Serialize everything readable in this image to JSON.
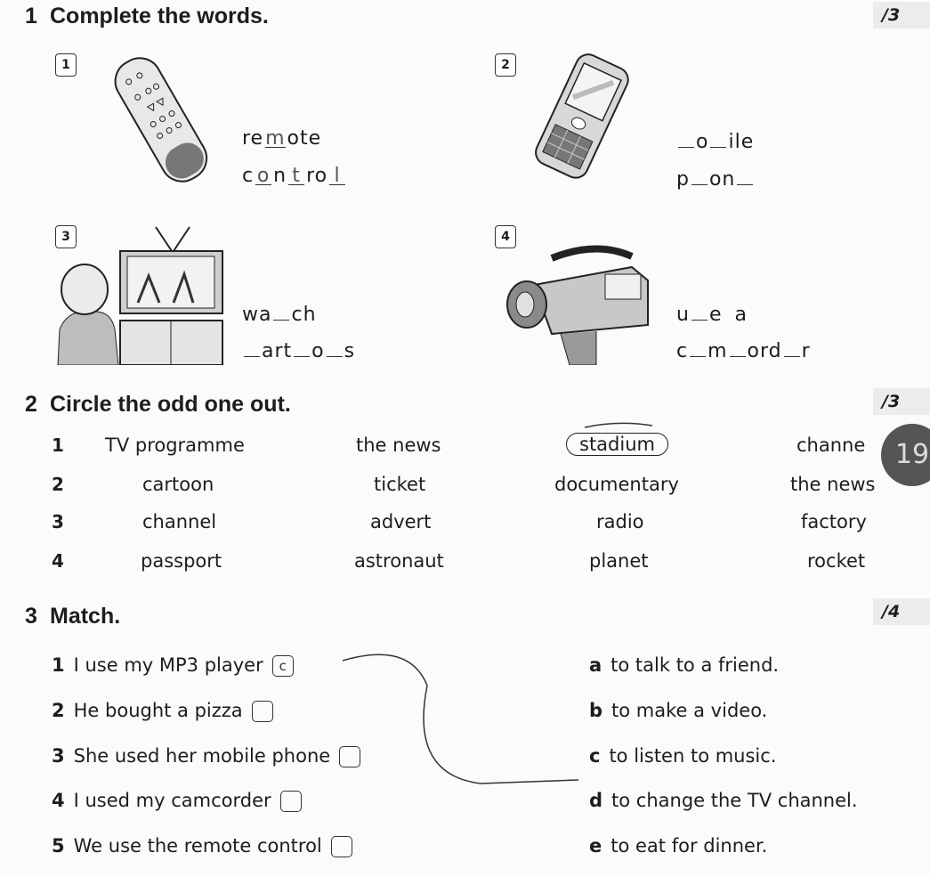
{
  "section1": {
    "number": "1",
    "title": "Complete the words.",
    "score": "/3",
    "items": [
      {
        "n": "1",
        "line1": [
          {
            "t": "re"
          },
          {
            "u": "m"
          },
          {
            "t": "ote"
          }
        ],
        "line2": [
          {
            "t": "c"
          },
          {
            "u": "o"
          },
          {
            "t": "n"
          },
          {
            "u": "t"
          },
          {
            "t": "ro"
          },
          {
            "u": "l"
          }
        ],
        "icon": "remote-control-icon"
      },
      {
        "n": "2",
        "line1": [
          {
            "u": ""
          },
          {
            "t": "o"
          },
          {
            "u": ""
          },
          {
            "t": "ile"
          }
        ],
        "line2": [
          {
            "t": "p"
          },
          {
            "u": ""
          },
          {
            "t": "on"
          },
          {
            "u": ""
          }
        ],
        "icon": "mobile-phone-icon"
      },
      {
        "n": "3",
        "line1": [
          {
            "t": "wa"
          },
          {
            "u": ""
          },
          {
            "t": "ch"
          }
        ],
        "line2": [
          {
            "u": ""
          },
          {
            "t": "art"
          },
          {
            "u": ""
          },
          {
            "t": "o"
          },
          {
            "u": ""
          },
          {
            "t": "s"
          }
        ],
        "icon": "television-icon"
      },
      {
        "n": "4",
        "line1": [
          {
            "t": "u"
          },
          {
            "u": ""
          },
          {
            "t": "e"
          },
          {
            "t": "a"
          }
        ],
        "line2": [
          {
            "t": "c"
          },
          {
            "u": ""
          },
          {
            "t": "m"
          },
          {
            "u": ""
          },
          {
            "t": "ord"
          },
          {
            "u": ""
          },
          {
            "t": "r"
          }
        ],
        "icon": "camcorder-icon"
      }
    ]
  },
  "section2": {
    "number": "2",
    "title": "Circle the odd one out.",
    "score": "/3",
    "rows": [
      {
        "n": "1",
        "words": [
          "TV programme",
          "the news",
          "stadium",
          "channe"
        ],
        "circled": 2
      },
      {
        "n": "2",
        "words": [
          "cartoon",
          "ticket",
          "documentary",
          "the news"
        ],
        "circled": -1
      },
      {
        "n": "3",
        "words": [
          "channel",
          "advert",
          "radio",
          "factory"
        ],
        "circled": -1
      },
      {
        "n": "4",
        "words": [
          "passport",
          "astronaut",
          "planet",
          "rocket"
        ],
        "circled": -1
      }
    ],
    "badge": "19"
  },
  "section3": {
    "number": "3",
    "title": "Match.",
    "score": "/4",
    "left": [
      {
        "n": "1",
        "text": "I use my MP3 player",
        "box": "c"
      },
      {
        "n": "2",
        "text": "He bought a pizza",
        "box": ""
      },
      {
        "n": "3",
        "text": "She used her mobile phone",
        "box": ""
      },
      {
        "n": "4",
        "text": "I used my camcorder",
        "box": ""
      },
      {
        "n": "5",
        "text": "We use the remote control",
        "box": ""
      }
    ],
    "right": [
      {
        "l": "a",
        "text": "to talk to a friend."
      },
      {
        "l": "b",
        "text": "to make a video."
      },
      {
        "l": "c",
        "text": "to listen to music."
      },
      {
        "l": "d",
        "text": "to change the TV channel."
      },
      {
        "l": "e",
        "text": "to eat for dinner."
      }
    ]
  }
}
